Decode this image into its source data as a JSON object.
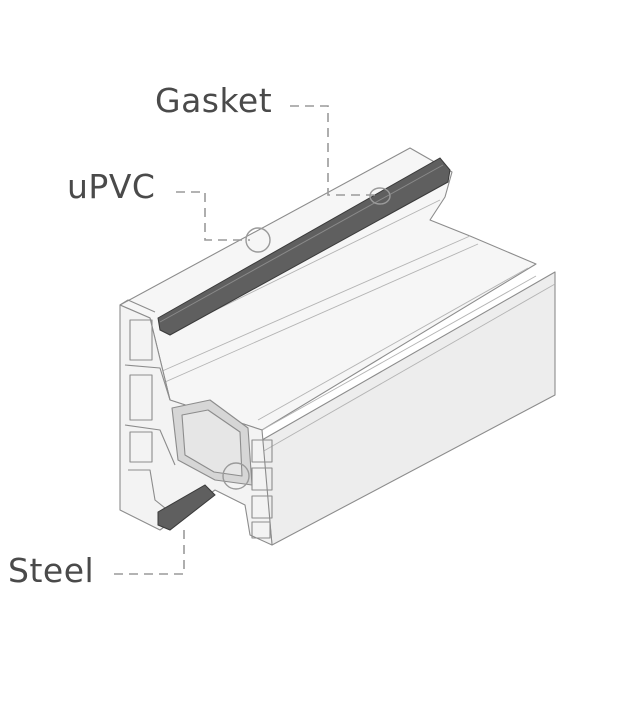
{
  "labels": {
    "gasket": "Gasket",
    "upvc": "uPVC",
    "steel": "Steel"
  },
  "colors": {
    "profile_face": "#ededed",
    "profile_top": "#f6f6f6",
    "profile_edge": "#8c8c8c",
    "gasket": "#5f5f5f",
    "steel": "#cfcfcf",
    "leader": "#9a9a9a",
    "label_text": "#4a4a4a"
  }
}
